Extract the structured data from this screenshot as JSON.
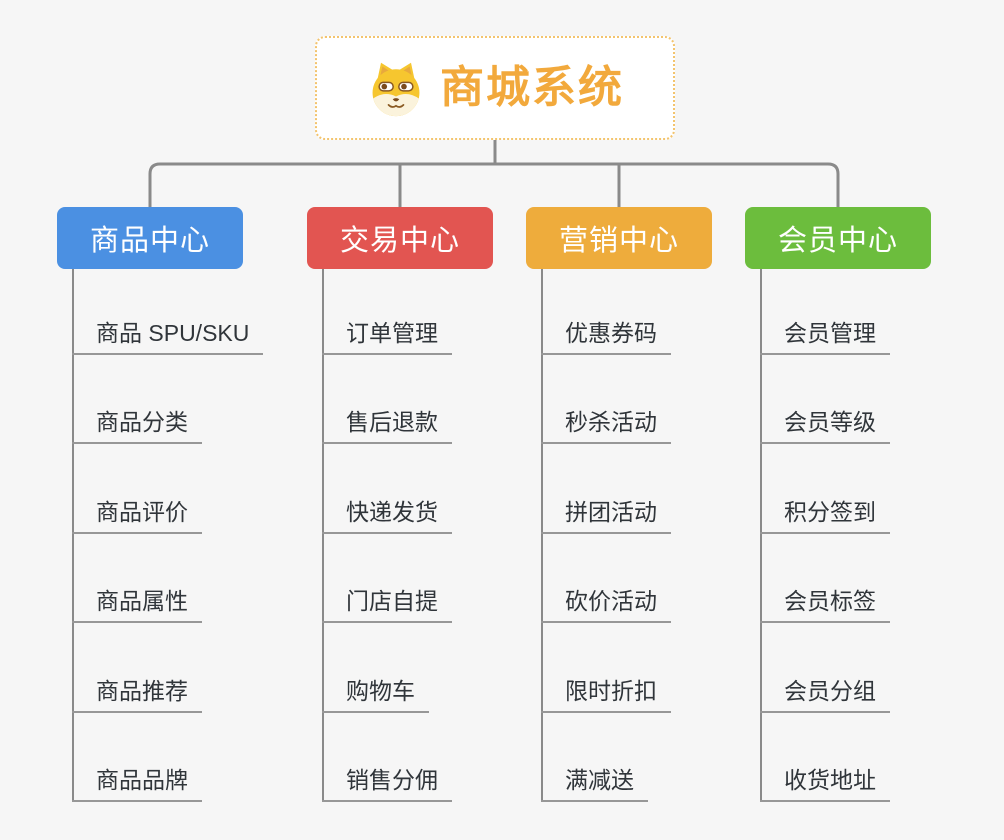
{
  "root": {
    "title": "商城系统",
    "icon": "dog-icon",
    "title_color": "#F2A93C",
    "border_color": "#F3C46E"
  },
  "branches": [
    {
      "id": "product-center",
      "label": "商品中心",
      "color": "#4B90E2",
      "items": [
        "商品 SPU/SKU",
        "商品分类",
        "商品评价",
        "商品属性",
        "商品推荐",
        "商品品牌"
      ]
    },
    {
      "id": "trade-center",
      "label": "交易中心",
      "color": "#E25551",
      "items": [
        "订单管理",
        "售后退款",
        "快递发货",
        "门店自提",
        "购物车",
        "销售分佣"
      ]
    },
    {
      "id": "marketing-center",
      "label": "营销中心",
      "color": "#EEAC3C",
      "items": [
        "优惠券码",
        "秒杀活动",
        "拼团活动",
        "砍价活动",
        "限时折扣",
        "满减送"
      ]
    },
    {
      "id": "member-center",
      "label": "会员中心",
      "color": "#6CBD3D",
      "items": [
        "会员管理",
        "会员等级",
        "积分签到",
        "会员标签",
        "会员分组",
        "收货地址"
      ]
    }
  ],
  "colors": {
    "connector": "#8a8a8a",
    "underline": "#979797",
    "canvas_background": "#f6f6f6",
    "item_text": "#30353a"
  }
}
